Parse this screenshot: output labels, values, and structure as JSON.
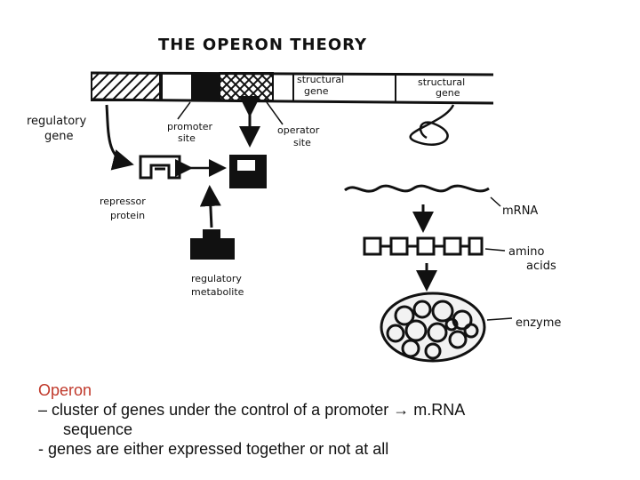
{
  "diagram": {
    "title": "THE OPERON THEORY",
    "labels": {
      "regulatory_gene": [
        "regulatory",
        "gene"
      ],
      "promoter_site": [
        "promoter",
        "site"
      ],
      "operator_site": [
        "operator",
        "site"
      ],
      "structural_gene_1": [
        "structural",
        "gene"
      ],
      "structural_gene_2": [
        "structural",
        "gene"
      ],
      "repressor_protein": [
        "repressor",
        "protein"
      ],
      "regulatory_metabolite": [
        "regulatory",
        "metabolite"
      ],
      "mrna": "mRNA",
      "amino_acids": [
        "amino",
        "acids"
      ],
      "enzyme": "enzyme"
    }
  },
  "caption": {
    "heading": "Operon",
    "line1": "– cluster of genes under the control of a promoter",
    "arrow": "→",
    "line1_end": "m.RNA",
    "line2": "sequence",
    "line3": "- genes are either expressed together or not at all"
  },
  "colors": {
    "heading": "#c0392b",
    "ink": "#111111"
  }
}
